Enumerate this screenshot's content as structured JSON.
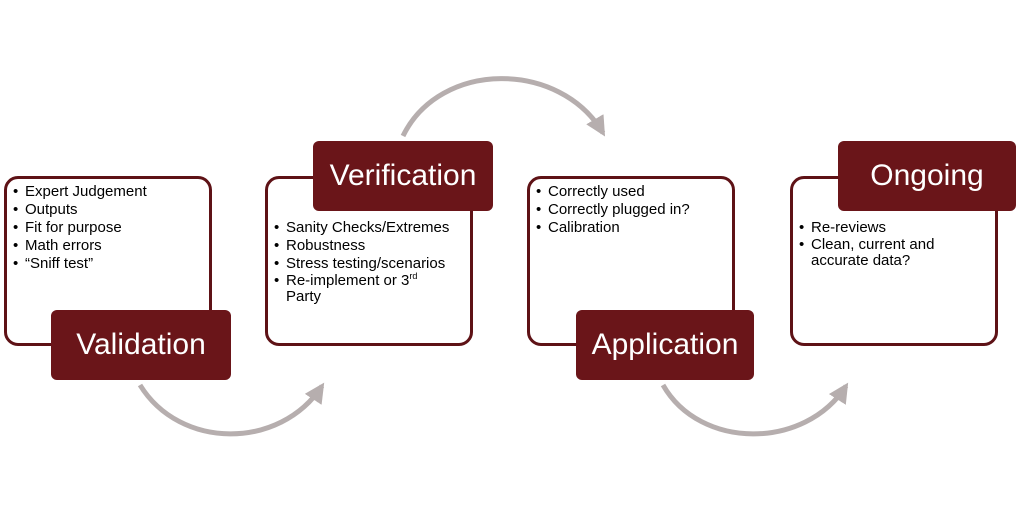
{
  "stages": [
    {
      "title": "Validation",
      "items": [
        "Expert Judgement",
        "Outputs",
        "Fit for purpose",
        "Math errors",
        "“Sniff test”"
      ]
    },
    {
      "title": "Verification",
      "items": [
        "Sanity Checks/Extremes",
        "Robustness",
        "Stress testing/scenarios"
      ],
      "last_item": {
        "text": "Re-implement or 3",
        "sup": "rd",
        "tail": "Party"
      }
    },
    {
      "title": "Application",
      "items": [
        "Correctly used",
        "Correctly plugged in?",
        "Calibration"
      ]
    },
    {
      "title": "Ongoing",
      "items": [
        "Re-reviews",
        "Clean, current and accurate data?"
      ]
    }
  ],
  "colors": {
    "accent": "#6a1519",
    "border": "#5e1216",
    "arrow": "#b6aeae"
  }
}
